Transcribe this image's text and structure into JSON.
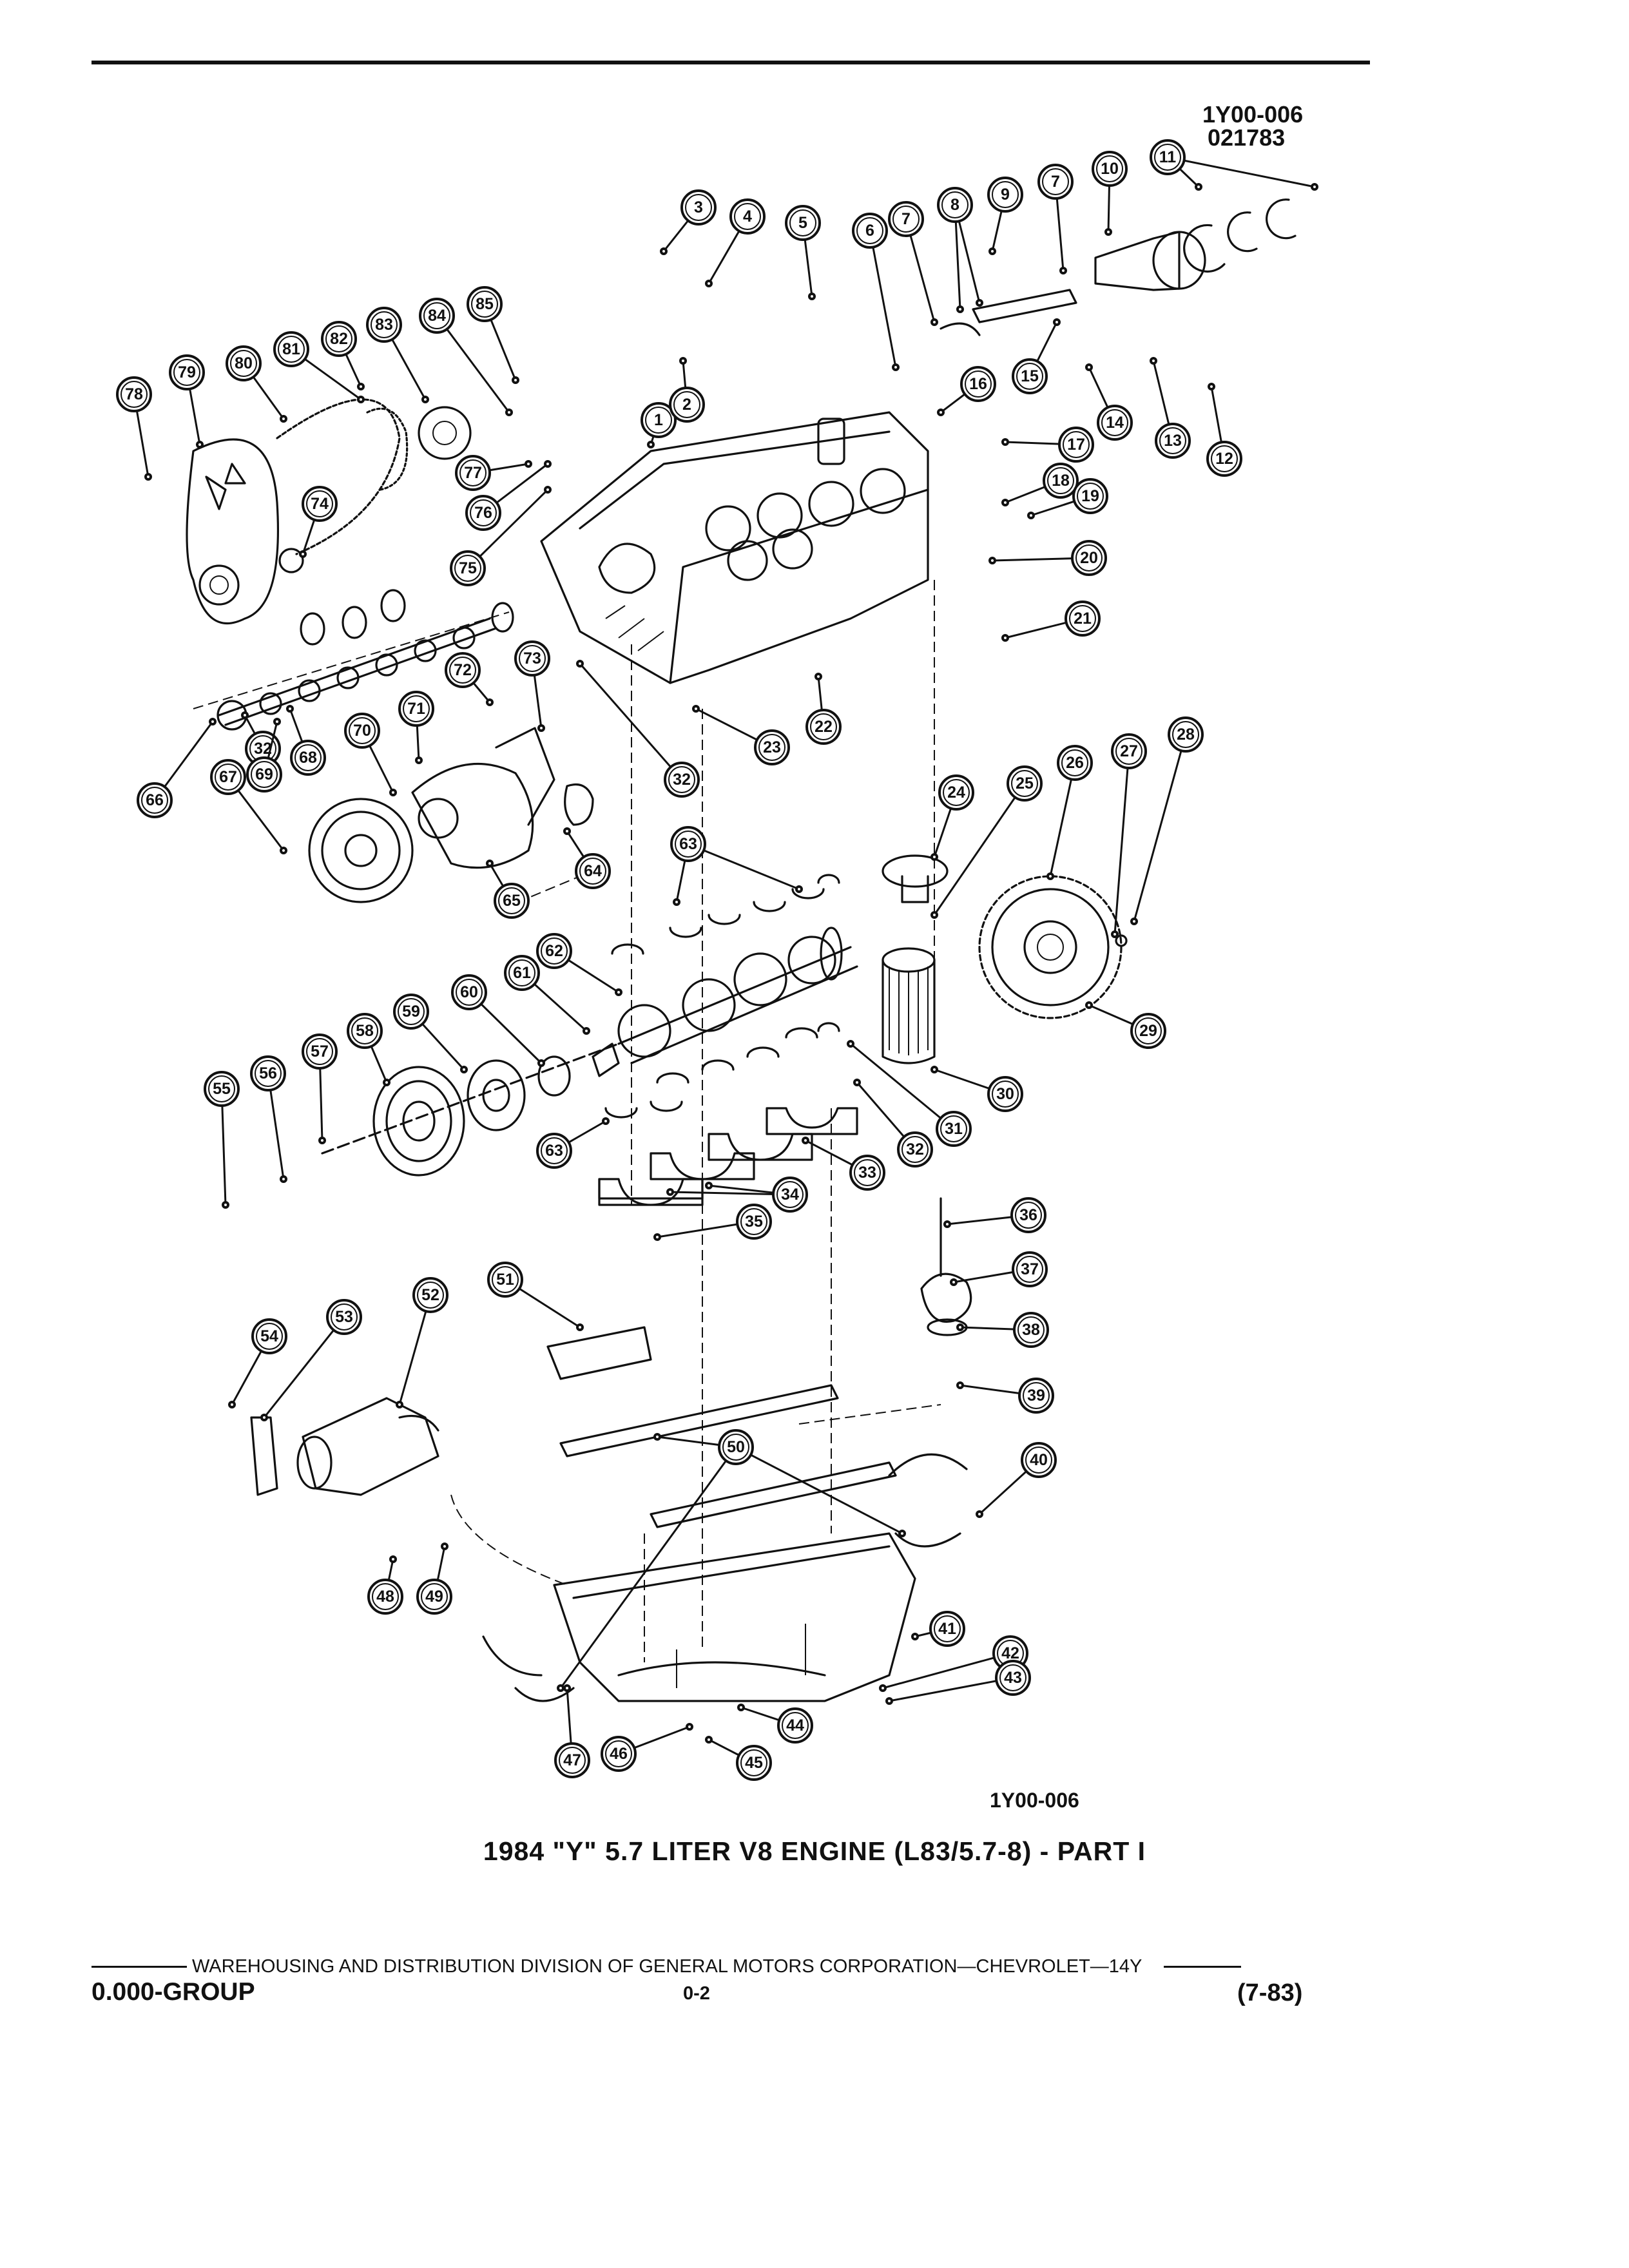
{
  "header": {
    "ref_code": "1Y00-006",
    "ref_number": "021783"
  },
  "diagram": {
    "code": "1Y00-006",
    "caption": "1984 \"Y\" 5.7 LITER V8 ENGINE (L83/5.7-8) - PART I",
    "callouts": [
      "1",
      "2",
      "3",
      "4",
      "5",
      "6",
      "7",
      "7",
      "8",
      "9",
      "10",
      "11",
      "12",
      "13",
      "14",
      "15",
      "16",
      "17",
      "18",
      "19",
      "20",
      "21",
      "22",
      "23",
      "24",
      "25",
      "26",
      "27",
      "28",
      "29",
      "30",
      "31",
      "32",
      "32",
      "32",
      "33",
      "34",
      "35",
      "36",
      "37",
      "38",
      "39",
      "40",
      "41",
      "42",
      "43",
      "44",
      "45",
      "46",
      "47",
      "48",
      "49",
      "50",
      "51",
      "52",
      "53",
      "54",
      "55",
      "56",
      "57",
      "58",
      "59",
      "60",
      "61",
      "62",
      "63",
      "63",
      "64",
      "65",
      "66",
      "67",
      "68",
      "69",
      "70",
      "71",
      "72",
      "73",
      "74",
      "75",
      "76",
      "77",
      "78",
      "79",
      "80",
      "81",
      "82",
      "83",
      "84",
      "85"
    ]
  },
  "footer": {
    "division": "WAREHOUSING AND DISTRIBUTION  DIVISION OF GENERAL MOTORS CORPORATION—CHEVROLET—14Y",
    "group": "0.000-GROUP",
    "page": "0-2",
    "date": "(7-83)"
  }
}
